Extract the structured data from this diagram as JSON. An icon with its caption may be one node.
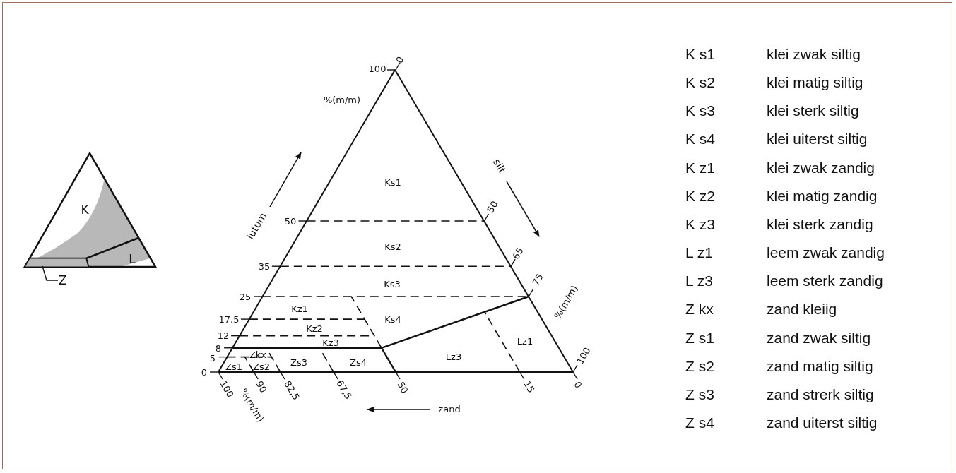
{
  "diagram": {
    "nodes": [
      {
        "text": [
          "Z"
        ]
      },
      {
        "text": [],
        "shape": "box"
      }
    ],
    "edges": [
      {
        "from": 0,
        "to": 1,
        "arrow": "none"
      }
    ],
    "labels": [
      "K",
      "L",
      "100",
      "0",
      "%(m/m)",
      "Ks1",
      "lutum",
      "silt",
      "50",
      "50",
      "Ks2",
      "35",
      "65",
      "Ks3",
      "25",
      "75",
      "%(m/m)",
      "Kz1",
      "Ks4",
      "17,5",
      "Kz2",
      "12",
      "Lz1",
      "Kz3",
      "8",
      "Zkx",
      "Lz3",
      "5",
      "Zs1",
      "Zs2",
      "Zs3",
      "Zs4",
      "0",
      "100",
      "100",
      "90",
      "82,5",
      "67,5",
      "50",
      "15",
      "0",
      "%(m/m)",
      "zand",
      "K s1",
      "klei zwak siltig",
      "K s2",
      "klei matig siltig",
      "K s3",
      "klei sterk siltig",
      "K s4",
      "klei uiterst siltig",
      "K z1",
      "klei zwak zandig",
      "K z2",
      "klei matig zandig",
      "K z3",
      "klei sterk zandig",
      "L z1",
      "leem zwak zandig",
      "L z3",
      "leem sterk zandig",
      "Z kx",
      "zand kleiig",
      "Z s1",
      "zand zwak siltig",
      "Z s2",
      "zand matig siltig",
      "Z s3",
      "zand strerk siltig",
      "Z s4",
      "zand uiterst siltig"
    ]
  }
}
